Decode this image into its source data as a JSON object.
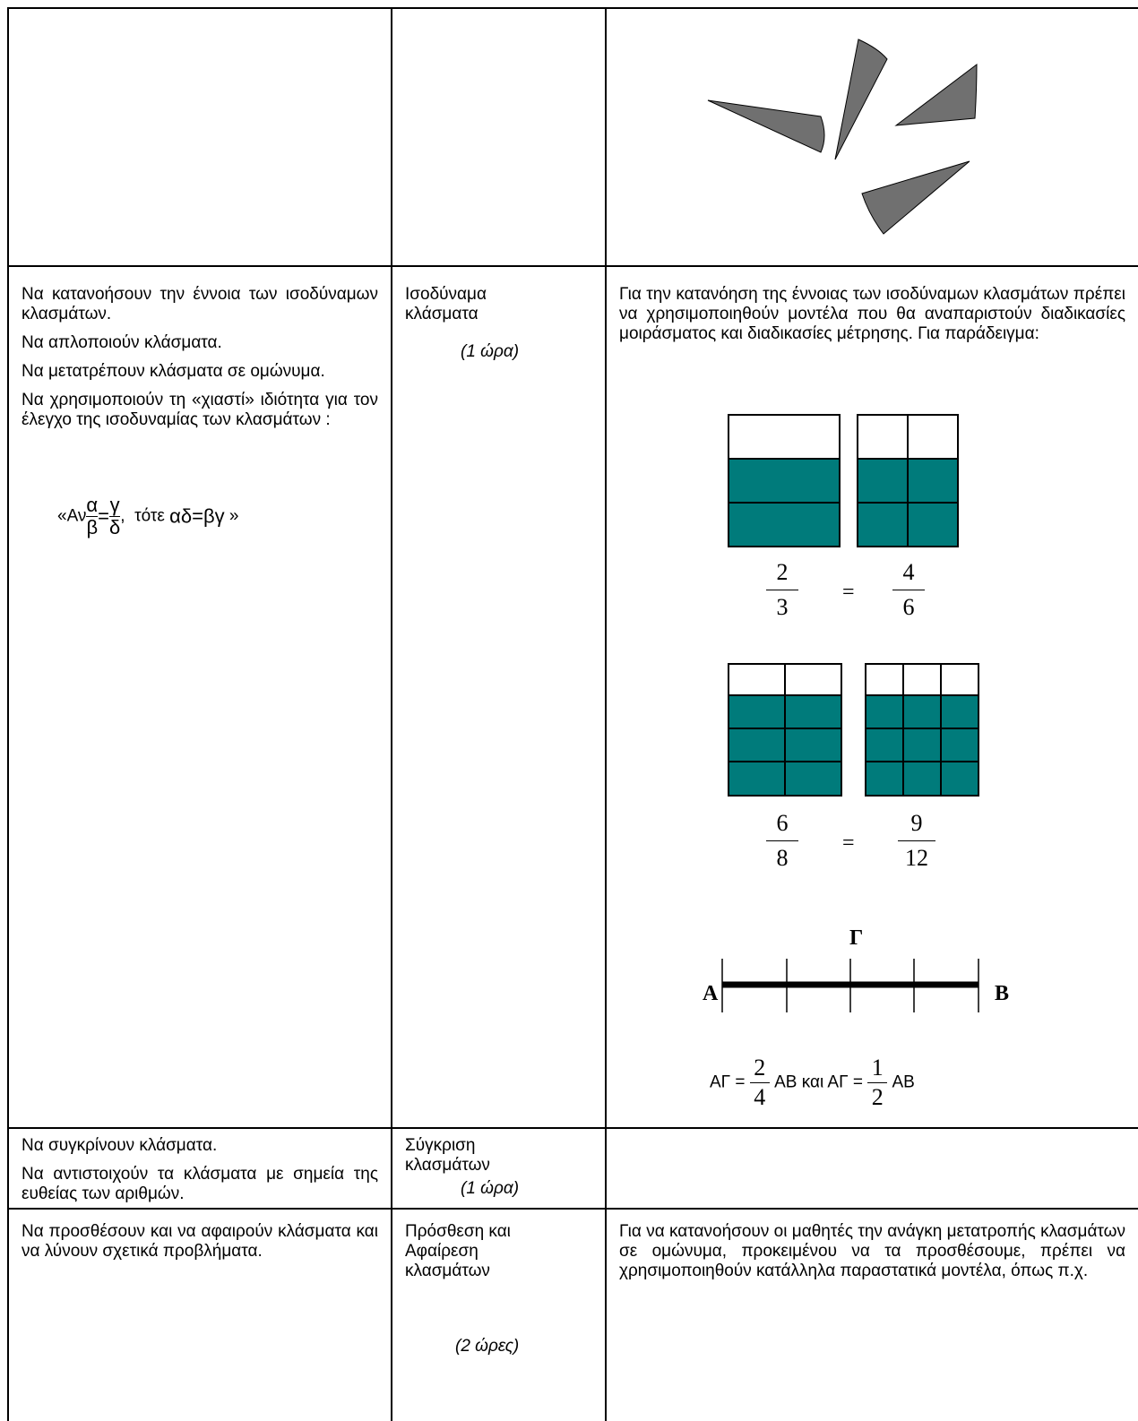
{
  "row2": {
    "objectives": [
      "Να κατανοήσουν την έννοια των ισοδύναμων κλασμάτων.",
      "Να απλοποιούν κλάσματα.",
      "Να μετατρέπουν κλάσματα σε ομώνυμα.",
      "Να χρησιμοποιούν τη «χιαστί» ιδιότητα για τον έλεγχο της ισοδυναμίας των κλασμάτων :"
    ],
    "formula": {
      "prefix": "«Αν",
      "a": "α",
      "b": "β",
      "eq": "=",
      "c": "γ",
      "d": "δ",
      "mid": ",  τότε",
      "result": "αδ=βγ",
      "suffix": "»"
    },
    "topic": [
      "Ισοδύναμα",
      "κλάσματα"
    ],
    "duration": "(1 ώρα)",
    "notes": "Για την κατανόηση της έννοιας των ισοδύναμων κλασμάτων πρέπει να χρησιμοποιηθούν μοντέλα που θα αναπαριστούν  διαδικασίες μοιράσματος και διαδικασίες μέτρησης. Για παράδειγμα:",
    "fractions1": {
      "left_num": "2",
      "left_den": "3",
      "eq": "=",
      "right_num": "4",
      "right_den": "6"
    },
    "fractions2": {
      "left_num": "6",
      "left_den": "8",
      "eq": "=",
      "right_num": "9",
      "right_den": "12"
    },
    "segment": {
      "label_a": "Α",
      "label_b": "Β",
      "label_c": "Γ"
    },
    "segment_formula": {
      "part1": "ΑΓ =",
      "n1": "2",
      "d1": "4",
      "part2": "ΑΒ και ΑΓ =",
      "n2": "1",
      "d2": "2",
      "part3": "ΑΒ"
    }
  },
  "row3": {
    "objectives": [
      "Να συγκρίνουν κλάσματα.",
      "Να αντιστοιχούν τα κλάσματα με σημεία της ευθείας των αριθμών."
    ],
    "topic": [
      "Σύγκριση",
      "κλασμάτων"
    ],
    "duration": "(1 ώρα)"
  },
  "row4": {
    "objectives": [
      "Να προσθέσουν και να αφαιρούν κλάσματα και να λύνουν σχετικά προβλήματα."
    ],
    "topic": [
      "Πρόσθεση και",
      "Αφαίρεση",
      "κλασμάτων"
    ],
    "duration": "(2 ώρες)",
    "notes": "Για να κατανοήσουν οι μαθητές την ανάγκη μετατροπής κλασμάτων σε ομώνυμα, προκειμένου να τα προσθέσουμε, πρέπει να χρησιμοποιηθούν κατάλληλα παραστατικά μοντέλα, όπως π.χ."
  },
  "colors": {
    "shard": "#707070",
    "fill": "#007b7b",
    "line": "#000000"
  }
}
